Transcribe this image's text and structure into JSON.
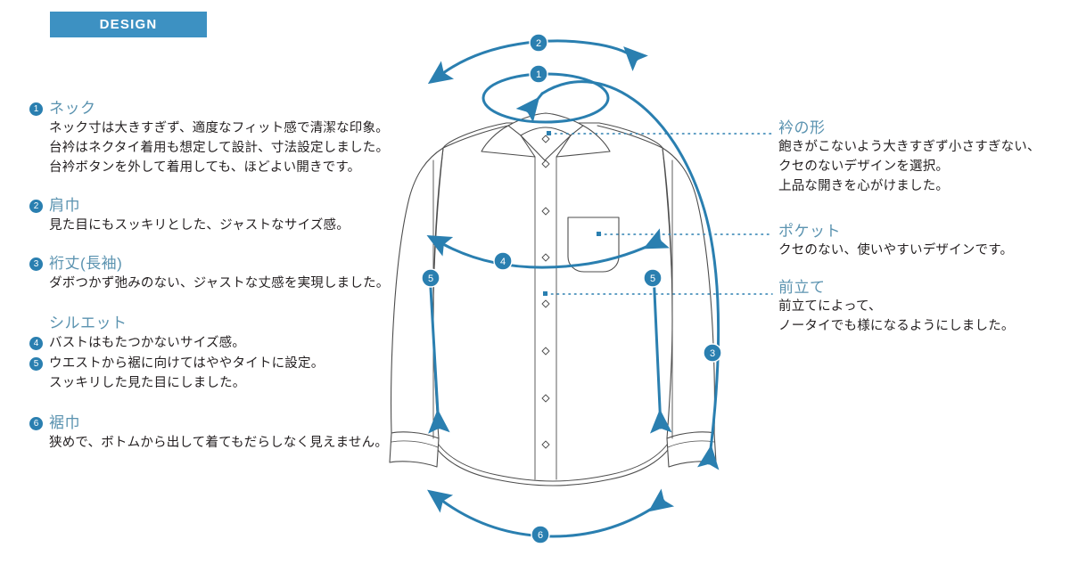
{
  "badge": {
    "label": "DESIGN"
  },
  "colors": {
    "accent": "#3d91c2",
    "marker": "#2a7fb0",
    "heading": "#5b93b0",
    "line": "#4d4d4d",
    "body_text": "#231f20"
  },
  "left_column": {
    "entries": [
      {
        "number": "1",
        "title": "ネック",
        "lines": [
          "ネック寸は大きすぎず、適度なフィット感で清潔な印象。",
          "台衿はネクタイ着用も想定して設計、寸法設定しました。",
          "台衿ボタンを外して着用しても、ほどよい開きです。"
        ]
      },
      {
        "number": "2",
        "title": "肩巾",
        "lines": [
          "見た目にもスッキリとした、ジャストなサイズ感。"
        ]
      },
      {
        "number": "3",
        "title": "裄丈(長袖)",
        "lines": [
          "ダボつかず弛みのない、ジャストな丈感を実現しました。"
        ]
      }
    ],
    "silhouette": {
      "title": "シルエット",
      "items": [
        {
          "number": "4",
          "lines": [
            "バストはもたつかないサイズ感。"
          ]
        },
        {
          "number": "5",
          "lines": [
            "ウエストから裾に向けてはややタイトに設定。",
            "スッキリした見た目にしました。"
          ]
        }
      ]
    },
    "last_entry": {
      "number": "6",
      "title": "裾巾",
      "lines": [
        "狭めで、ボトムから出して着てもだらしなく見えません。"
      ]
    }
  },
  "right_column": {
    "entries": [
      {
        "title": "衿の形",
        "lines": [
          "飽きがこないよう大きすぎず小さすぎない、",
          "クセのないデザインを選択。",
          "上品な開きを心がけました。"
        ]
      },
      {
        "title": "ポケット",
        "lines": [
          "クセのない、使いやすいデザインです。"
        ]
      },
      {
        "title": "前立て",
        "lines": [
          "前立てによって、",
          "ノータイでも様になるようにしました。"
        ]
      }
    ]
  },
  "diagram": {
    "markers": [
      {
        "id": "1",
        "meaning": "neck-circumference"
      },
      {
        "id": "2",
        "meaning": "shoulder-width"
      },
      {
        "id": "3",
        "meaning": "sleeve-length"
      },
      {
        "id": "4",
        "meaning": "bust-width"
      },
      {
        "id": "5",
        "meaning": "waist-to-hem-left"
      },
      {
        "id": "5",
        "meaning": "waist-to-hem-right"
      },
      {
        "id": "6",
        "meaning": "hem-width"
      }
    ]
  }
}
